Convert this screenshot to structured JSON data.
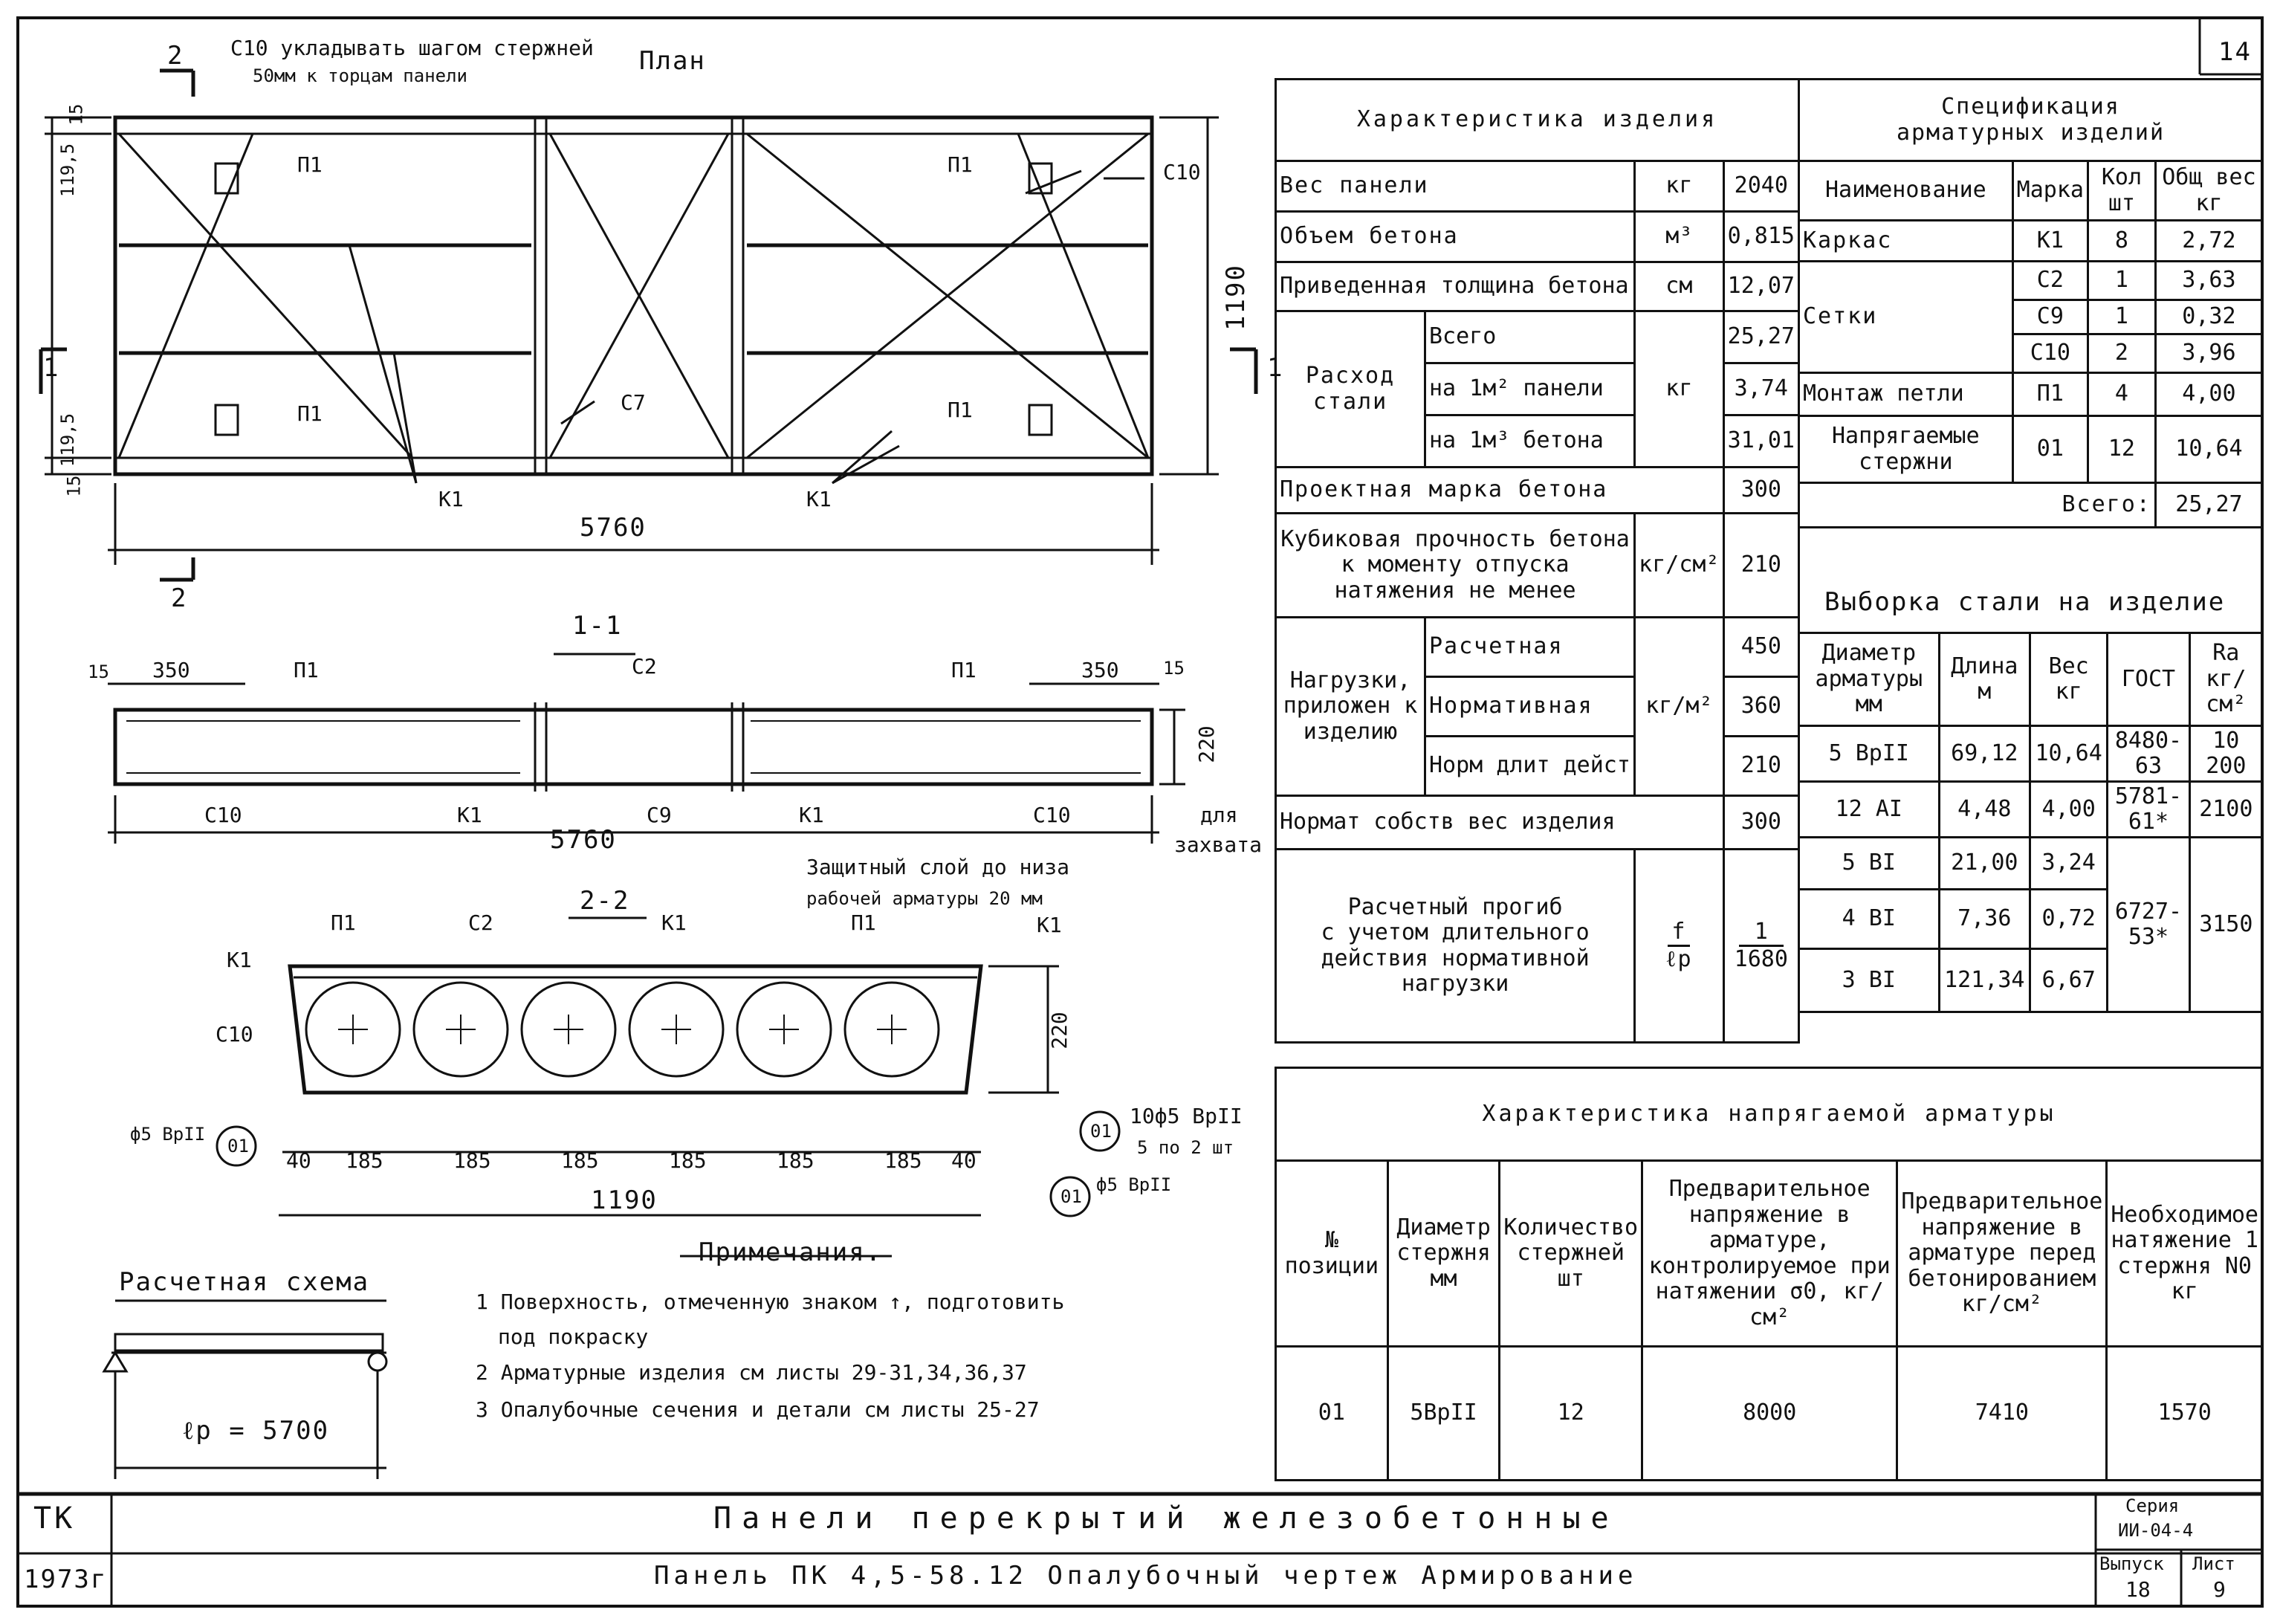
{
  "sheet": {
    "page_number": "14",
    "stamp_tk": "ТК",
    "stamp_year": "1973г",
    "title_main": "Панели перекрытий железобетонные",
    "title_sub": "Панель ПК 4,5-58.12   Опалубочный чертеж Армирование",
    "series_label": "Серия",
    "series_value": "ИИ-04-4",
    "issue_label": "Выпуск",
    "issue_value": "18",
    "sheet_label": "Лист",
    "sheet_value": "9"
  },
  "plan": {
    "title": "План",
    "note_c10_line1": "С10 укладывать шагом стержней",
    "note_c10_line2": "50мм к торцам панели",
    "dim_length": "5760",
    "dim_width": "1190",
    "dim_edge1": "15",
    "dim_edge2": "119,5",
    "dim_edge3": "119,5",
    "dim_edge4": "15",
    "labels": {
      "p1": "П1",
      "c7": "С7",
      "c10": "С10",
      "k1": "К1"
    },
    "section1": "1",
    "section2": "2"
  },
  "section11": {
    "title": "1-1",
    "dim_left_15": "15",
    "dim_left_350": "350",
    "dim_right_350": "350",
    "dim_right_15": "15",
    "dim_height": "220",
    "dim_length": "5760",
    "label_p1": "П1",
    "label_c2": "С2",
    "label_c10": "С10",
    "label_k1": "К1",
    "label_c9": "С9",
    "note_for": "для",
    "note_grip": "захвата",
    "note_cover_line1": "Защитный слой до низа",
    "note_cover_line2": "рабочей арматуры   20 мм"
  },
  "section22": {
    "title": "2-2",
    "labels": {
      "p1": "П1",
      "c2": "С2",
      "k1": "К1",
      "c10": "С10"
    },
    "dim_height": "220",
    "dims": [
      "40",
      "185",
      "185",
      "185",
      "185",
      "185",
      "185",
      "40"
    ],
    "dim_total": "1190",
    "callout_01": "01",
    "rebar_left": "ф5 ВрII",
    "rebar_right_line1": "10ф5 ВрII",
    "rebar_right_line2": "5 по 2 шт",
    "rebar_bottom": "ф5 ВрII"
  },
  "scheme": {
    "title": "Расчетная схема",
    "span": "ℓр = 5700"
  },
  "notes": {
    "title": "Примечания.",
    "items": [
      "1 Поверхность, отмеченную знаком ↑, подготовить",
      "под покраску",
      "2 Арматурные изделия см листы 29-31,34,36,37",
      "3 Опалубочные сечения и детали см листы 25-27"
    ]
  },
  "characteristics": {
    "title": "Характеристика изделия",
    "rows": {
      "weight": {
        "name": "Вес панели",
        "unit": "кг",
        "value": "2040"
      },
      "volume": {
        "name": "Объем бетона",
        "unit": "м³",
        "value": "0,815"
      },
      "thickness": {
        "name": "Приведенная толщина бетона",
        "unit": "см",
        "value": "12,07"
      },
      "steel_name_1": "Расход",
      "steel_name_2": "стали",
      "steel_unit": "кг",
      "steel_total": {
        "name": "Всего",
        "value": "25,27"
      },
      "steel_m2": {
        "name": "на 1м² панели",
        "value": "3,74"
      },
      "steel_m3": {
        "name": "на 1м³ бетона",
        "value": "31,01"
      },
      "grade": {
        "name": "Проектная марка бетона",
        "value": "300"
      },
      "cube_line1": "Кубиковая прочность бетона",
      "cube_line2": "к моменту отпуска",
      "cube_line3": "натяжения не менее",
      "cube_unit": "кг/см²",
      "cube_value": "210",
      "loads_name_1": "Нагрузки,",
      "loads_name_2": "приложен к",
      "loads_name_3": "изделию",
      "loads_unit": "кг/м²",
      "load_calc": {
        "name": "Расчетная",
        "value": "450"
      },
      "load_norm": {
        "name": "Нормативная",
        "value": "360"
      },
      "load_long": {
        "name": "Норм длит дейст",
        "value": "210"
      },
      "self_weight": {
        "name": "Нормат собств вес изделия",
        "value": "300"
      },
      "deflection_line1": "Расчетный прогиб",
      "deflection_line2": "с учетом длительного",
      "deflection_line3": "действия нормативной",
      "deflection_line4": "нагрузки",
      "deflection_unit_top": "f",
      "deflection_unit_bot": "ℓр",
      "deflection_value_top": "1",
      "deflection_value_bot": "1680"
    }
  },
  "spec": {
    "title_line1": "Спецификация",
    "title_line2": "арматурных изделий",
    "headers": [
      "Наименование",
      "Марка",
      "Кол шт",
      "Общ вес кг"
    ],
    "rows": [
      {
        "name": "Каркас",
        "mark": "К1",
        "qty": "8",
        "weight": "2,72"
      },
      {
        "name": "Сетки",
        "mark": "С2",
        "qty": "1",
        "weight": "3,63"
      },
      {
        "name": "",
        "mark": "С9",
        "qty": "1",
        "weight": "0,32"
      },
      {
        "name": "",
        "mark": "С10",
        "qty": "2",
        "weight": "3,96"
      },
      {
        "name": "Монтаж петли",
        "mark": "П1",
        "qty": "4",
        "weight": "4,00"
      },
      {
        "name": "Напрягаемые стержни",
        "mark": "01",
        "qty": "12",
        "weight": "10,64"
      }
    ],
    "total_label": "Всего:",
    "total_value": "25,27"
  },
  "steel_sample": {
    "title": "Выборка стали на изделие",
    "headers": [
      "Диаметр арматуры мм",
      "Длина м",
      "Вес кг",
      "ГОСТ",
      "Rа кг/см²"
    ],
    "rows": [
      {
        "dia": "5 ВрII",
        "len": "69,12",
        "w": "10,64",
        "gost": "8480-63",
        "ra": "10 200"
      },
      {
        "dia": "12 АI",
        "len": "4,48",
        "w": "4,00",
        "gost": "5781-61*",
        "ra": "2100"
      },
      {
        "dia": "5 ВI",
        "len": "21,00",
        "w": "3,24",
        "gost": "",
        "ra": ""
      },
      {
        "dia": "4 ВI",
        "len": "7,36",
        "w": "0,72",
        "gost": "6727-53*",
        "ra": "3150"
      },
      {
        "dia": "3 ВI",
        "len": "121,34",
        "w": "6,67",
        "gost": "",
        "ra": ""
      }
    ]
  },
  "prestress": {
    "title": "Характеристика напрягаемой арматуры",
    "headers": [
      "№ позиции",
      "Диаметр стержня мм",
      "Количество стержней шт",
      "Предварительное напряжение в арматуре, контролируемое при натяжении σ0, кг/см²",
      "Предварительное напряжение в арматуре перед бетонированием кг/см²",
      "Необходимое натяжение 1 стержня N0 кг"
    ],
    "row": {
      "pos": "01",
      "dia": "5ВрII",
      "qty": "12",
      "s0": "8000",
      "s1": "7410",
      "n0": "1570"
    }
  }
}
